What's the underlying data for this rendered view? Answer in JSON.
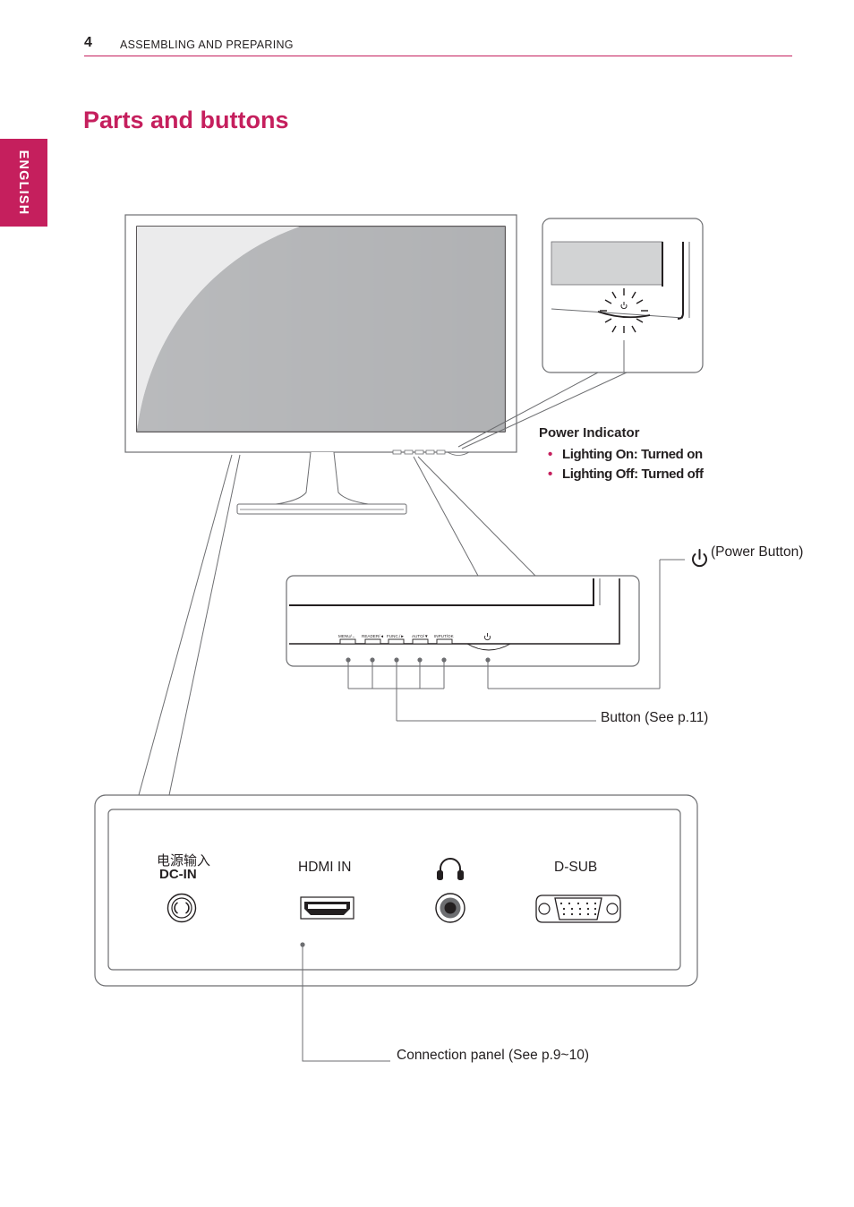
{
  "header": {
    "page_number": "4",
    "section": "ASSEMBLING AND PREPARING",
    "language_tab": "ENGLISH"
  },
  "page_title": "Parts and buttons",
  "power_indicator": {
    "title": "Power Indicator",
    "items": [
      "Lighting On: Turned on",
      "Lighting Off: Turned off"
    ]
  },
  "callouts": {
    "power_button": "(Power Button)",
    "buttons": "Button (See p.11)",
    "connection_panel": "Connection panel (See p.9~10)"
  },
  "front_buttons": [
    "MENU/←",
    "READER/◄",
    "FUNC./►",
    "AUTO/▼",
    "INPUT/OK"
  ],
  "ports": {
    "dc_in_cn": "电源输入",
    "dc_in": "DC-IN",
    "hdmi": "HDMI IN",
    "dsub": "D-SUB"
  },
  "colors": {
    "accent": "#c51f5d",
    "line": "#6d6e71",
    "screen": "#b9babc"
  },
  "icons": [
    "power-icon",
    "headphone-icon"
  ]
}
